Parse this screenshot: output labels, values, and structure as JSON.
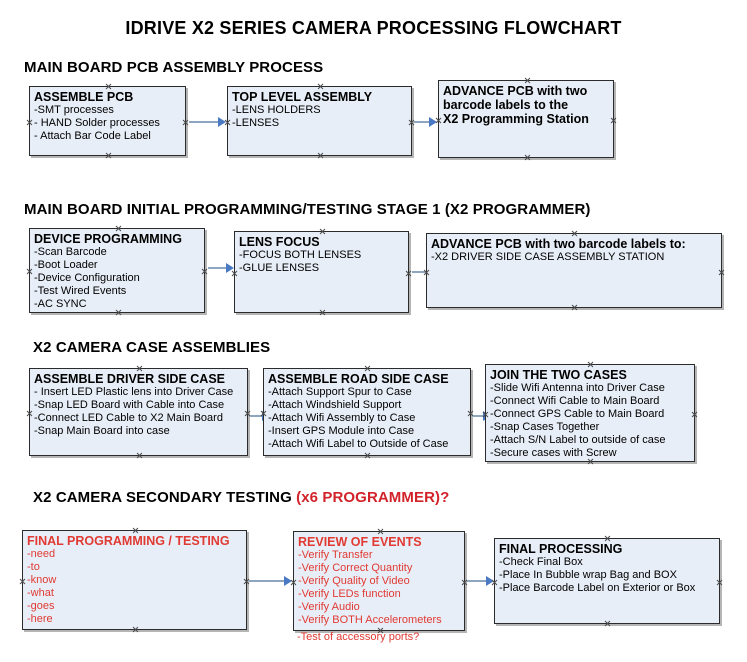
{
  "document": {
    "title": "IDRIVE X2  SERIES CAMERA PROCESSING FLOWCHART",
    "accent_red": "#d2232a",
    "box_fill": "#e8eef7",
    "arrow_color": "#4a79c4"
  },
  "sections": [
    {
      "id": "main-board-pcb-assembly",
      "heading": "MAIN BOARD PCB ASSEMBLY PROCESS",
      "heading_suffix": "",
      "boxes": [
        {
          "id": "assemble-pcb",
          "title": "ASSEMBLE PCB",
          "lines": [
            "-SMT processes",
            "- HAND Solder processes",
            "- Attach Bar Code Label"
          ]
        },
        {
          "id": "top-level-assembly",
          "title": "TOP LEVEL ASSEMBLY",
          "lines": [
            "-LENS HOLDERS",
            "-LENSES"
          ]
        },
        {
          "id": "advance-pcb-x2-programming-station",
          "title": "ADVANCE PCB with two barcode labels to the  X2 Programming Station",
          "title_l1": "ADVANCE PCB with two",
          "title_l2": "barcode labels to the",
          "title_l3": " X2 Programming Station",
          "lines": []
        }
      ]
    },
    {
      "id": "main-board-initial-programming",
      "heading": "MAIN BOARD INITIAL PROGRAMMING/TESTING STAGE 1 (X2 PROGRAMMER)",
      "heading_suffix": "",
      "boxes": [
        {
          "id": "device-programming",
          "title": "DEVICE PROGRAMMING",
          "lines": [
            "-Scan Barcode",
            "-Boot Loader",
            "-Device Configuration",
            "-Test Wired Events",
            "-AC SYNC"
          ]
        },
        {
          "id": "lens-focus",
          "title": "LENS FOCUS",
          "lines": [
            "-FOCUS BOTH LENSES",
            "-GLUE LENSES"
          ]
        },
        {
          "id": "advance-pcb-driver-side-case",
          "title": "ADVANCE PCB with two barcode labels to:",
          "lines": [
            "-X2 DRIVER  SIDE  CASE  ASSEMBLY STATION"
          ]
        }
      ]
    },
    {
      "id": "x2-camera-case-assemblies",
      "heading": "X2 CAMERA CASE ASSEMBLIES",
      "heading_suffix": "",
      "boxes": [
        {
          "id": "assemble-driver-side-case",
          "title": "ASSEMBLE DRIVER SIDE CASE",
          "lines": [
            "- Insert LED Plastic lens into Driver Case",
            "-Snap LED Board with Cable into Case",
            "-Connect LED Cable to X2 Main Board",
            "-Snap Main Board into case"
          ]
        },
        {
          "id": "assemble-road-side-case",
          "title": "ASSEMBLE ROAD SIDE CASE",
          "lines": [
            "-Attach Support Spur to Case",
            "-Attach Windshield Support",
            "-Attach Wifi Assembly to Case",
            "-Insert GPS Module into Case",
            "-Attach Wifi Label to Outside of Case"
          ]
        },
        {
          "id": "join-the-two-cases",
          "title": "JOIN THE TWO CASES",
          "lines": [
            "-Slide Wifi Antenna into Driver Case",
            "-Connect Wifi Cable to Main Board",
            "-Connect GPS Cable to Main Board",
            "-Snap Cases Together",
            "-Attach S/N Label to outside of case",
            "-Secure cases with Screw"
          ]
        }
      ]
    },
    {
      "id": "x2-camera-secondary-testing",
      "heading": "X2 CAMERA SECONDARY TESTING ",
      "heading_suffix": "(x6 PROGRAMMER)?",
      "boxes": [
        {
          "id": "final-programming-testing",
          "title": "FINAL PROGRAMMING / TESTING",
          "lines": [
            "-need",
            "-to",
            "-know",
            "-what",
            "-goes",
            "-here"
          ]
        },
        {
          "id": "review-of-events",
          "title": "REVIEW OF EVENTS",
          "lines": [
            "-Verify Transfer",
            "-Verify Correct Quantity",
            "-Verify Quality of Video",
            "-Verify LEDs function",
            "-Verify Audio",
            "-Verify BOTH Accelerometers"
          ],
          "overflow_line": "-Test of accessory ports?"
        },
        {
          "id": "final-processing",
          "title": "FINAL PROCESSING",
          "lines": [
            " -Check Final Box",
            "-Place In Bubble wrap Bag and BOX",
            "-Place Barcode Label on Exterior or Box"
          ]
        }
      ]
    }
  ]
}
